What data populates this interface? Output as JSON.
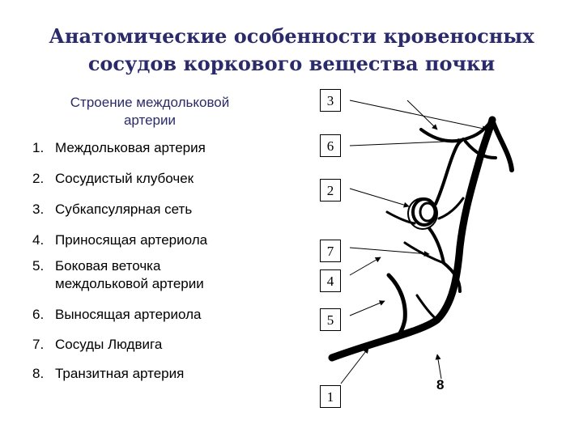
{
  "title": {
    "line1": "Анатомические особенности кровеносных",
    "line2": "сосудов коркового вещества почки"
  },
  "subtitle": {
    "line1": "Строение междольковой",
    "line2": "артерии"
  },
  "legend": [
    {
      "num": "1.",
      "text": "Междольковая артерия",
      "text2": ""
    },
    {
      "num": "2.",
      "text": "Сосудистый клубочек",
      "text2": ""
    },
    {
      "num": "3.",
      "text": "Субкапсулярная сеть",
      "text2": ""
    },
    {
      "num": "4.",
      "text": "Приносящая артериола",
      "text2": ""
    },
    {
      "num": "5.",
      "text": "Боковая веточка",
      "text2": "междольковой артерии"
    },
    {
      "num": "6.",
      "text": "Выносящая артериола",
      "text2": ""
    },
    {
      "num": "7.",
      "text": "Сосуды Людвига",
      "text2": ""
    },
    {
      "num": "8.",
      "text": "Транзитная артерия",
      "text2": ""
    }
  ],
  "callouts": [
    "3",
    "6",
    "2",
    "7",
    "4",
    "5",
    "1",
    "8"
  ],
  "colors": {
    "title": "#2b2b6b",
    "line": "#000000"
  }
}
